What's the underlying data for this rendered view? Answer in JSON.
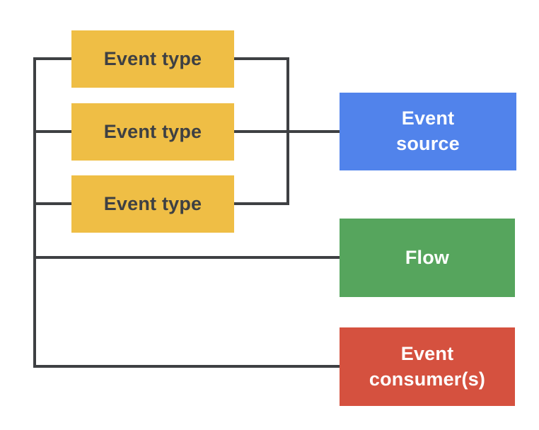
{
  "diagram": {
    "background": "#FFFFFF",
    "connector_color": "#3E4043",
    "nodes": {
      "event_type_1": {
        "label": "Event type",
        "fill": "#EFBE45",
        "text_color": "#3E4043"
      },
      "event_type_2": {
        "label": "Event type",
        "fill": "#EFBE45",
        "text_color": "#3E4043"
      },
      "event_type_3": {
        "label": "Event type",
        "fill": "#EFBE45",
        "text_color": "#3E4043"
      },
      "event_source": {
        "label": "Event source",
        "fill": "#5183EB",
        "text_color": "#FFFFFF"
      },
      "flow": {
        "label": "Flow",
        "fill": "#56A55D",
        "text_color": "#FFFFFF"
      },
      "event_consumers": {
        "label": "Event consumer(s)",
        "fill": "#D5513F",
        "text_color": "#FFFFFF"
      }
    },
    "edges": [
      {
        "from": "event_type_1",
        "to": "event_source"
      },
      {
        "from": "event_type_2",
        "to": "event_source"
      },
      {
        "from": "event_type_3",
        "to": "event_source"
      },
      {
        "from": "event_types_bus",
        "to": "flow"
      },
      {
        "from": "event_types_bus",
        "to": "event_consumers"
      }
    ]
  }
}
